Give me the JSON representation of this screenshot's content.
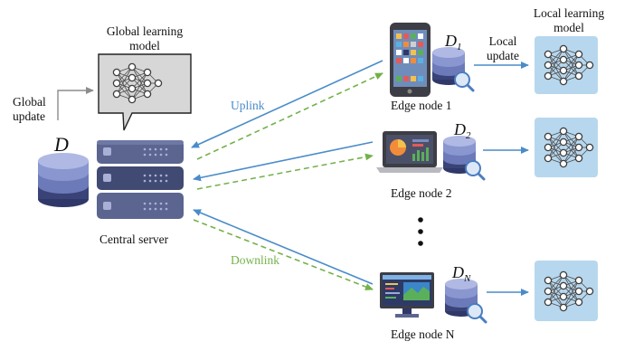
{
  "labels": {
    "global_learning_model_line1": "Global learning",
    "global_learning_model_line2": "model",
    "global_update_line1": "Global",
    "global_update_line2": "update",
    "central_server": "Central server",
    "uplink": "Uplink",
    "downlink": "Downlink",
    "local_update_line1": "Local",
    "local_update_line2": "update",
    "local_learning_model_line1": "Local learning",
    "local_learning_model_line2": "model",
    "global_dataset": "D"
  },
  "edge_nodes": [
    {
      "label": "Edge node 1",
      "dataset": "D",
      "dataset_sub": "1",
      "device": "smartphone"
    },
    {
      "label": "Edge node 2",
      "dataset": "D",
      "dataset_sub": "2",
      "device": "laptop"
    },
    {
      "label": "Edge node N",
      "dataset": "D",
      "dataset_sub": "N",
      "device": "desktop-monitor"
    }
  ],
  "colors": {
    "uplink": "#4a8cc9",
    "downlink": "#74b14a",
    "server_body": "#505a80",
    "db_top": "#9ea8d6",
    "db_mid": "#6d7ab9",
    "db_dark": "#394377",
    "model_bg": "#b7d7ee",
    "bubble_bg": "#d7d7d7"
  },
  "icons": {
    "server": "server-stack-icon",
    "database": "database-icon",
    "neural_net": "neural-network-icon",
    "magnifier": "magnifier-icon"
  }
}
